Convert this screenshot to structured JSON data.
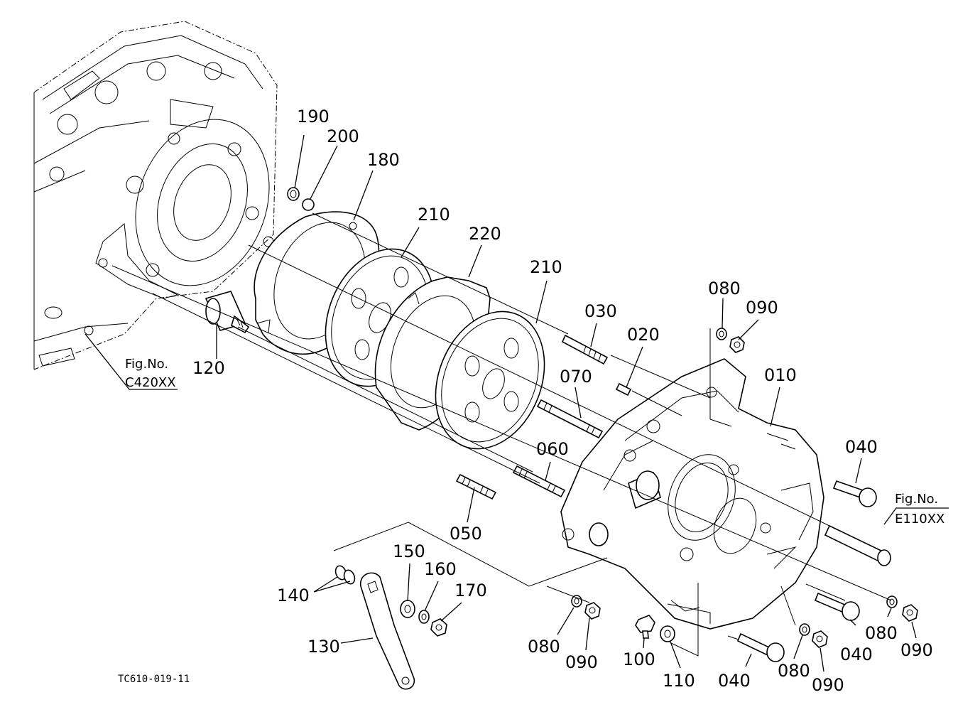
{
  "figure": {
    "drawing_code": "TC610-019-11",
    "references": [
      {
        "label": "Fig.No.",
        "code": "C420XX"
      },
      {
        "label": "Fig.No.",
        "code": "E110XX"
      }
    ]
  },
  "callouts": {
    "c010": "010",
    "c020": "020",
    "c030": "030",
    "c040a": "040",
    "c040b": "040",
    "c040c": "040",
    "c050": "050",
    "c060": "060",
    "c070": "070",
    "c080a": "080",
    "c080b": "080",
    "c080c": "080",
    "c080d": "080",
    "c090a": "090",
    "c090b": "090",
    "c090c": "090",
    "c090d": "090",
    "c100": "100",
    "c110": "110",
    "c120": "120",
    "c130": "130",
    "c140": "140",
    "c150": "150",
    "c160": "160",
    "c170": "170",
    "c180": "180",
    "c190": "190",
    "c200": "200",
    "c210a": "210",
    "c210b": "210",
    "c220": "220"
  }
}
